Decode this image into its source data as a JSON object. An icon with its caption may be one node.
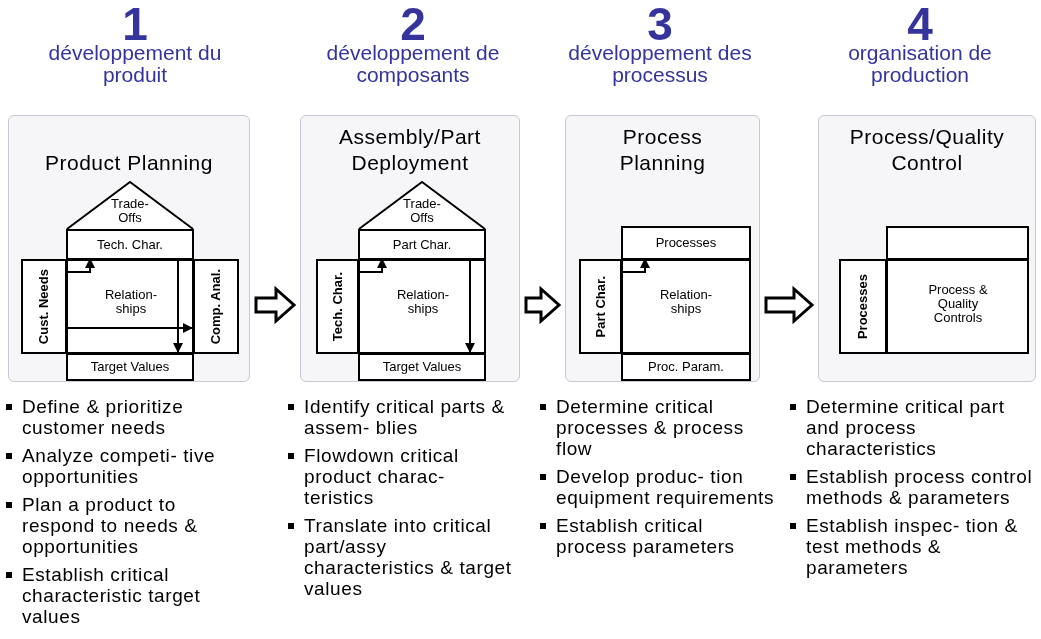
{
  "diagram": {
    "nodes": [
      {
        "text": [
          "Product Planning"
        ]
      },
      {
        "text": [
          "Trade- Offs"
        ],
        "in": 0
      },
      {
        "text": [
          "Tech. Char."
        ],
        "in": 0
      },
      {
        "text": [
          "Cust. Needs"
        ],
        "in": 0
      },
      {
        "text": [
          "Relation- ships"
        ],
        "in": 0
      },
      {
        "text": [
          "Comp. Anal."
        ],
        "in": 0
      },
      {
        "text": [
          "Target Values"
        ],
        "in": 0
      },
      {
        "text": [
          "Assembly/Part Deployment"
        ]
      },
      {
        "text": [
          "Trade- Offs"
        ],
        "in": 7
      },
      {
        "text": [
          "Part Char."
        ],
        "in": 7
      },
      {
        "text": [
          "Tech. Char."
        ],
        "in": 7
      },
      {
        "text": [
          "Relation- ships"
        ],
        "in": 7
      },
      {
        "text": [
          "Target Values"
        ],
        "in": 7
      },
      {
        "text": [
          "Process Planning"
        ]
      },
      {
        "text": [
          "Processes"
        ],
        "in": 13
      },
      {
        "text": [
          "Part Char."
        ],
        "in": 13
      },
      {
        "text": [
          "Relation- ships"
        ],
        "in": 13
      },
      {
        "text": [
          "Proc. Param."
        ],
        "in": 13
      },
      {
        "text": [
          "Process/Quality Control"
        ]
      },
      {
        "text": [],
        "shape": "box",
        "in": 18
      },
      {
        "text": [
          "Processes"
        ],
        "in": 18
      },
      {
        "text": [
          "Process & Quality Controls"
        ],
        "in": 18
      }
    ],
    "edges": [
      {
        "from": 0,
        "to": 7,
        "arrow": "to",
        "style": "thick"
      },
      {
        "from": 7,
        "to": 13,
        "arrow": "to",
        "style": "thick"
      },
      {
        "from": 13,
        "to": 18,
        "arrow": "to",
        "style": "thick"
      },
      {
        "from": 3,
        "to": 2,
        "arrow": "to"
      },
      {
        "from": 3,
        "to": 5,
        "arrow": "to"
      },
      {
        "from": 2,
        "to": 6,
        "arrow": "to"
      },
      {
        "from": 10,
        "to": 9,
        "arrow": "to"
      },
      {
        "from": 9,
        "to": 12,
        "arrow": "to"
      },
      {
        "from": 15,
        "to": 14,
        "arrow": "to"
      }
    ],
    "labels": [
      "1",
      "développement du produit",
      "2",
      "développement de composants",
      "3",
      "développement des processus",
      "4",
      "organisation de production",
      "Define & prioritize customer needs",
      "Analyze competi- tive opportunities",
      "Plan a product to respond to needs & opportunities",
      "Establish critical characteristic target values",
      "Identify critical parts & assem- blies",
      "Flowdown critical product charac- teristics",
      "Translate into critical part/assy characteristics & target values",
      "Determine critical processes & process flow",
      "Develop produc- tion equipment requirements",
      "Establish critical process parameters",
      "Determine critical part and process characteristics",
      "Establish process control methods & parameters",
      "Establish inspec- tion & test methods & parameters"
    ]
  }
}
